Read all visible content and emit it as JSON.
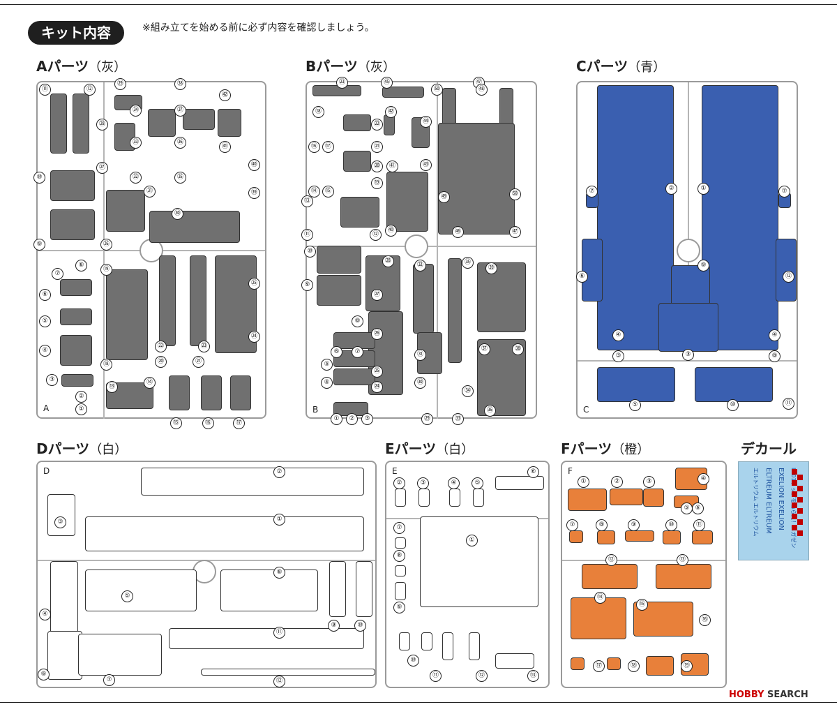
{
  "header": {
    "badge": "キット内容",
    "note": "※組み立てを始める前に必ず内容を確認しましょう。"
  },
  "panels": {
    "A": {
      "title": "Aパーツ",
      "color": "（灰）",
      "corner": "A",
      "fill": "#707070"
    },
    "B": {
      "title": "Bパーツ",
      "color": "（灰）",
      "corner": "B",
      "fill": "#707070"
    },
    "C": {
      "title": "Cパーツ",
      "color": "（青）",
      "corner": "C",
      "fill": "#3a5fb0"
    },
    "D": {
      "title": "Dパーツ",
      "color": "（白）",
      "corner": "D",
      "fill": "#ffffff"
    },
    "E": {
      "title": "Eパーツ",
      "color": "（白）",
      "corner": "E",
      "fill": "#ffffff"
    },
    "F": {
      "title": "Fパーツ",
      "color": "（橙）",
      "corner": "F",
      "fill": "#e8803a"
    }
  },
  "part_numbers": {
    "A": [
      "⑪",
      "⑫",
      "㉙",
      "㊳",
      "㊷",
      "㉞",
      "㊲",
      "㉘",
      "㉝",
      "㊱",
      "㊶",
      "㉗",
      "㊵",
      "㉜",
      "㉟",
      "⑩",
      "㉛",
      "㊴",
      "㉚",
      "⑨",
      "㉖",
      "⑦",
      "⑧",
      "⑲",
      "㉕",
      "⑥",
      "⑤",
      "㉔",
      "④",
      "㉒",
      "㉓",
      "⑱",
      "⑳",
      "㉑",
      "③",
      "⑬",
      "⑭",
      "②",
      "①",
      "⑮",
      "⑯",
      "⑰"
    ],
    "B": [
      "㉓",
      "㊺",
      "㊿",
      "㊼",
      "⑱",
      "㉒",
      "㊷",
      "㊹",
      "㊽",
      "⑯",
      "⑰",
      "㉑",
      "⑳",
      "㊶",
      "㊸",
      "⑭",
      "⑮",
      "⑲",
      "㊾",
      "㊿",
      "⑬",
      "⑪",
      "⑫",
      "㊵",
      "㊻",
      "㊼",
      "⑩",
      "㉘",
      "㉜",
      "㉟",
      "㊴",
      "⑨",
      "㉗",
      "⑧",
      "⑥",
      "⑦",
      "㉖",
      "㉛",
      "㊲",
      "㊳",
      "⑤",
      "㉕",
      "④",
      "㉔",
      "㉚",
      "㉞",
      "①",
      "②",
      "③",
      "㉙",
      "㉝",
      "㊱"
    ],
    "C": [
      "②",
      "①",
      "⑦",
      "⑦",
      "⑨",
      "⑥",
      "⑫",
      "④",
      "④",
      "③",
      "⑧",
      "③",
      "⑤",
      "⑩",
      "⑪"
    ],
    "D": [
      "②",
      "③",
      "①",
      "⑧",
      "④",
      "⑤",
      "⑨",
      "⑩",
      "⑪",
      "⑥",
      "⑦",
      "⑫"
    ],
    "E": [
      "⑥",
      "②",
      "③",
      "④",
      "⑤",
      "①",
      "⑦",
      "⑧",
      "⑨",
      "⑩",
      "⑪",
      "⑫",
      "⑬"
    ],
    "F": [
      "①",
      "②",
      "③",
      "④",
      "⑤",
      "⑥",
      "⑦",
      "⑧",
      "⑨",
      "⑩",
      "⑪",
      "⑫",
      "⑬",
      "⑭",
      "⑮",
      "⑯",
      "⑰",
      "⑱",
      "⑲"
    ]
  },
  "decal": {
    "title": "デカール",
    "lines": [
      "IM01トップをねらえ！メガゼン",
      "EXELION EXELION",
      "ELTREUM ELTREUM",
      "エルトリウム エルトリウム"
    ],
    "accent": "#c00000",
    "bg": "#a9d3ec"
  },
  "watermark": {
    "brand": "HOBBY",
    "rest": "SEARCH"
  }
}
